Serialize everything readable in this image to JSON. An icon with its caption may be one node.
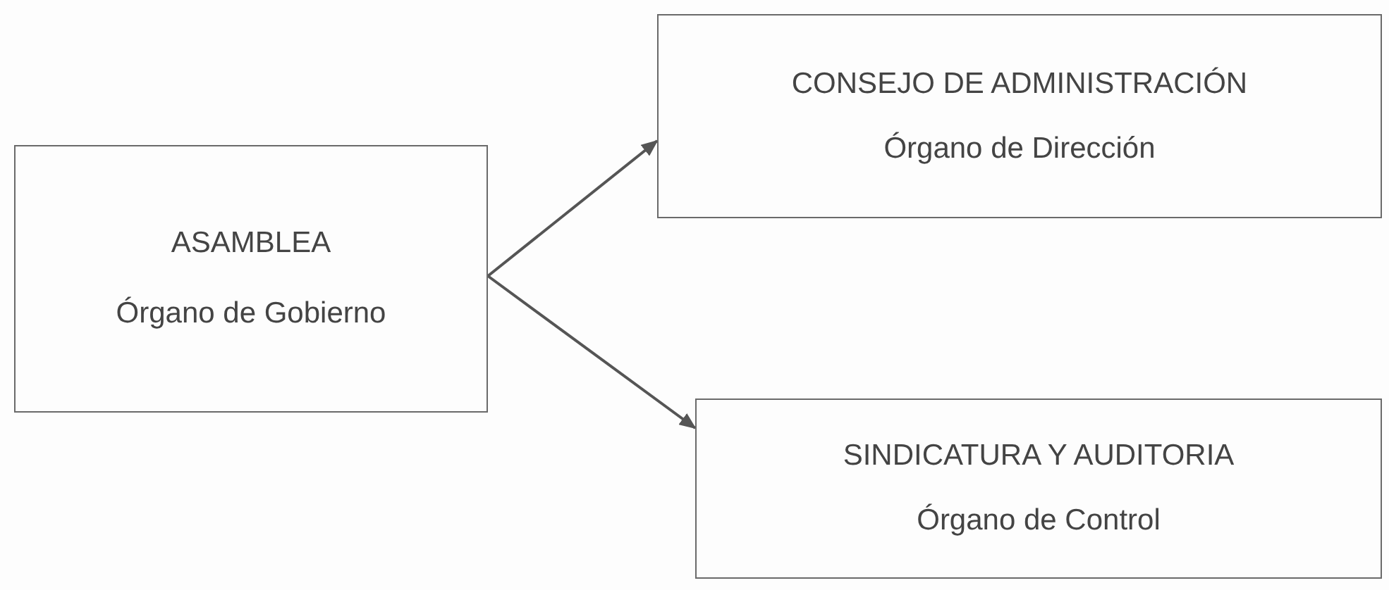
{
  "diagram": {
    "nodes": [
      {
        "text": [
          "ASAMBLEA",
          "Órgano de Gobierno"
        ]
      },
      {
        "text": [
          "CONSEJO DE ADMINISTRACIÓN",
          "Órgano de Dirección"
        ]
      },
      {
        "text": [
          "SINDICATURA Y AUDITORIA",
          "Órgano de Control"
        ]
      }
    ],
    "edges": [
      {
        "from": 0,
        "to": 1,
        "arrow": "to"
      },
      {
        "from": 0,
        "to": 2,
        "arrow": "to"
      }
    ]
  }
}
